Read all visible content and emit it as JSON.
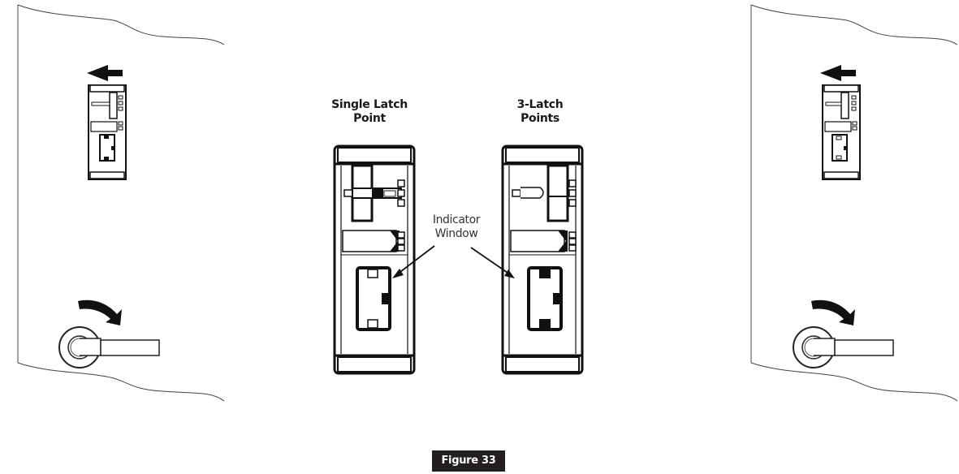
{
  "figure": {
    "label": "Figure 33",
    "badge_color": "#231f20"
  },
  "panels": {
    "left_door": {
      "description": "door edge with compact lock and lever turning down"
    },
    "center": {
      "single": {
        "title_line1": "Single Latch",
        "title_line2": "Point"
      },
      "triple": {
        "title_line1": "3-Latch",
        "title_line2": "Points"
      },
      "callout": {
        "line1": "Indicator",
        "line2": "Window"
      }
    },
    "right_door": {
      "description": "door edge with compact lock and lever turning down"
    }
  },
  "colors": {
    "ink": "#111111",
    "line": "#333333",
    "background": "#ffffff"
  }
}
